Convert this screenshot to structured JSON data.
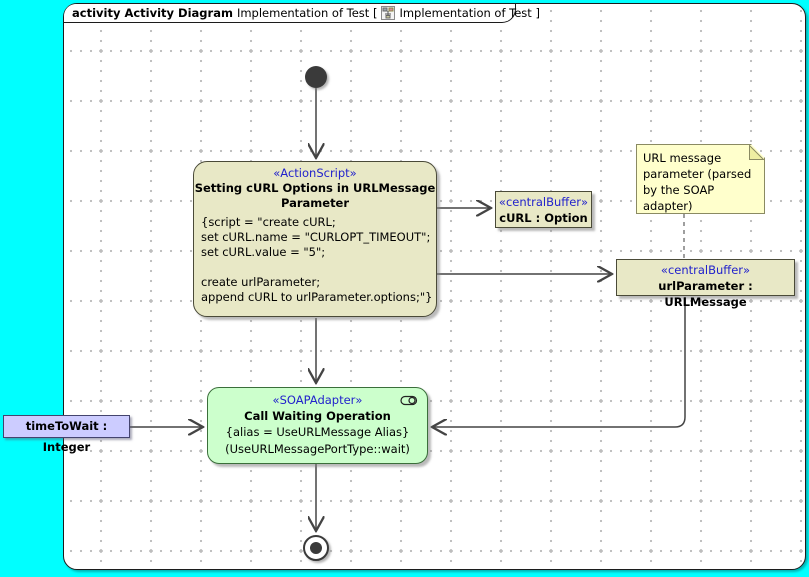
{
  "colors": {
    "canvas": "#00ffff",
    "node_beige": "#e8e8c6",
    "node_green": "#ccffcc",
    "note_yellow": "#ffffcc",
    "param_lavender": "#ccccff",
    "stereotype_blue": "#2222cc",
    "edge_gray": "#444444"
  },
  "header": {
    "kind": "activity Activity Diagram",
    "before_icon": "Implementation of Test [",
    "after_icon": "Implementation of Test ]"
  },
  "action_script": {
    "stereotype": "«ActionScript»",
    "name": "Setting cURL Options in URLMessage Parameter",
    "script_lines": [
      "{script = \"create cURL;",
      "set cURL.name = \"CURLOPT_TIMEOUT\";",
      "set cURL.value = \"5\";",
      "",
      "create urlParameter;",
      "append cURL to urlParameter.options;\"}"
    ]
  },
  "curl_buffer": {
    "stereotype": "«centralBuffer»",
    "name": "cURL : Option"
  },
  "url_buffer": {
    "stereotype": "«centralBuffer»",
    "name": "urlParameter : URLMessage"
  },
  "note": {
    "text": "URL message parameter (parsed by the SOAP adapter)"
  },
  "soap_adapter": {
    "stereotype": "«SOAPAdapter»",
    "name": "Call Waiting Operation",
    "alias": "{alias = UseURLMessage Alias}",
    "operation": "(UseURLMessagePortType::wait)"
  },
  "activity_parameter": {
    "label": "timeToWait : Integer"
  }
}
